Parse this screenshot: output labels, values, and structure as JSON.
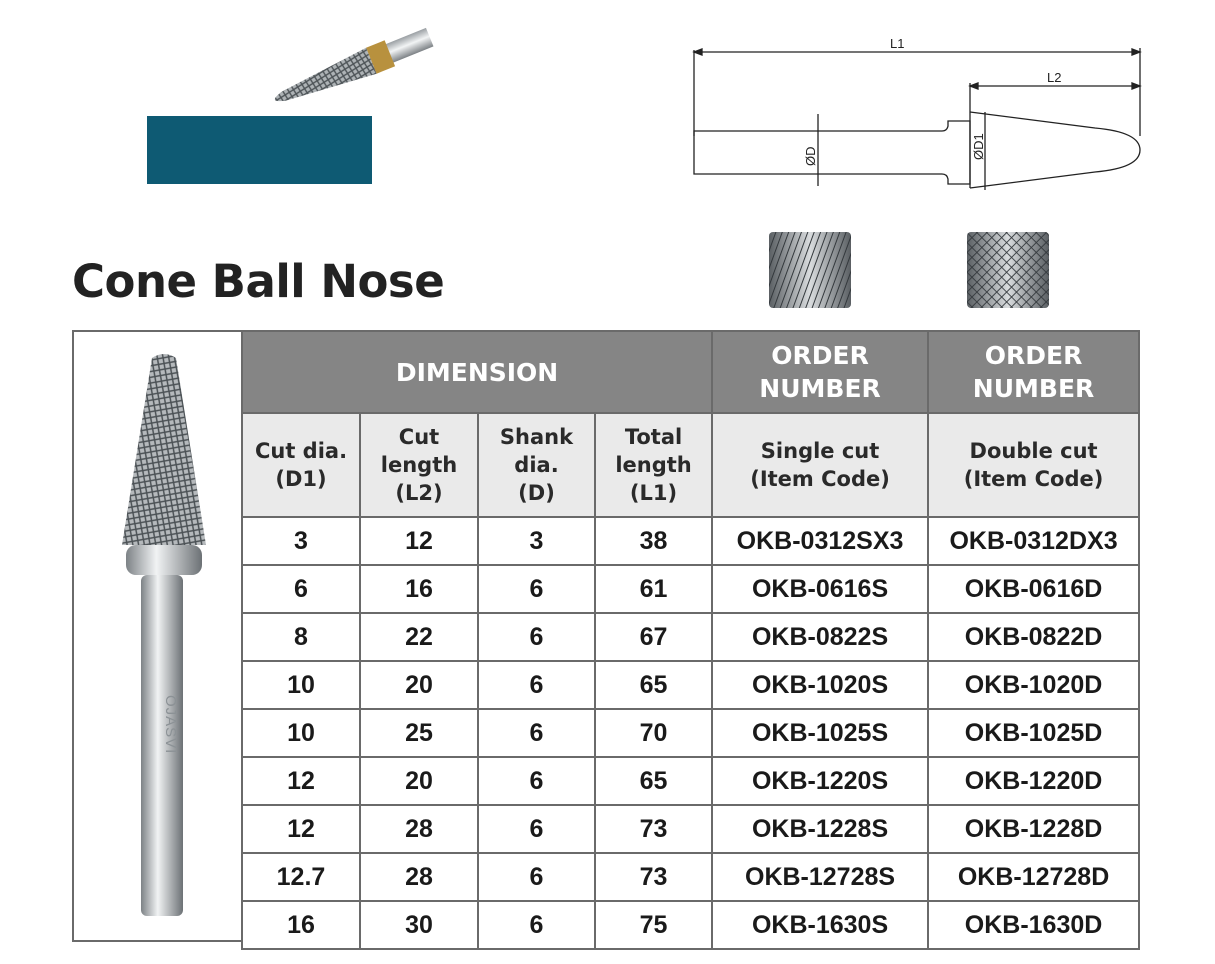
{
  "title": "Cone Ball Nose",
  "drawing": {
    "labels": {
      "total_length": "L1",
      "cut_length": "L2",
      "shank_dia": "ØD",
      "cut_dia": "ØD1"
    }
  },
  "product_photo": {
    "engraving": "OJASVI"
  },
  "table": {
    "groups": {
      "dimension": "DIMENSION",
      "order_single": "ORDER\nNUMBER",
      "order_double": "ORDER\nNUMBER"
    },
    "columns": [
      "Cut dia.\n(D1)",
      "Cut\nlength\n(L2)",
      "Shank\ndia.\n(D)",
      "Total\nlength\n(L1)",
      "Single cut\n(Item Code)",
      "Double cut\n(Item Code)"
    ],
    "rows": [
      {
        "d1": "3",
        "l2": "12",
        "d": "3",
        "l1": "38",
        "single": "OKB-0312SX3",
        "double": "OKB-0312DX3"
      },
      {
        "d1": "6",
        "l2": "16",
        "d": "6",
        "l1": "61",
        "single": "OKB-0616S",
        "double": "OKB-0616D"
      },
      {
        "d1": "8",
        "l2": "22",
        "d": "6",
        "l1": "67",
        "single": "OKB-0822S",
        "double": "OKB-0822D"
      },
      {
        "d1": "10",
        "l2": "20",
        "d": "6",
        "l1": "65",
        "single": "OKB-1020S",
        "double": "OKB-1020D"
      },
      {
        "d1": "10",
        "l2": "25",
        "d": "6",
        "l1": "70",
        "single": "OKB-1025S",
        "double": "OKB-1025D"
      },
      {
        "d1": "12",
        "l2": "20",
        "d": "6",
        "l1": "65",
        "single": "OKB-1220S",
        "double": "OKB-1220D"
      },
      {
        "d1": "12",
        "l2": "28",
        "d": "6",
        "l1": "73",
        "single": "OKB-1228S",
        "double": "OKB-1228D"
      },
      {
        "d1": "12.7",
        "l2": "28",
        "d": "6",
        "l1": "73",
        "single": "OKB-12728S",
        "double": "OKB-12728D"
      },
      {
        "d1": "16",
        "l2": "30",
        "d": "6",
        "l1": "75",
        "single": "OKB-1630S",
        "double": "OKB-1630D"
      }
    ]
  },
  "colors": {
    "header_gray": "#858585",
    "subheader_gray": "#eaeaea",
    "border": "#6a6a6a",
    "workpiece_teal": "#0e5a73",
    "shank_brass": "#b8913e"
  }
}
